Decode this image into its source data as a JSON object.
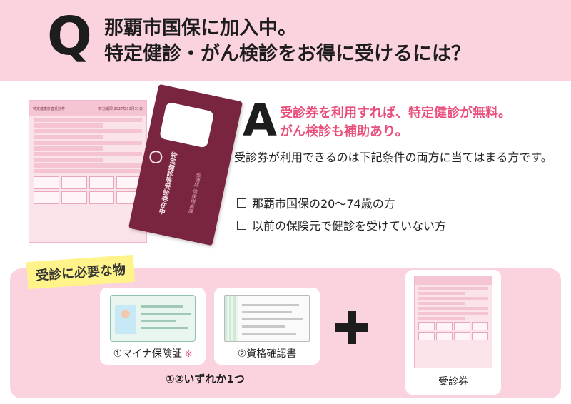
{
  "question": {
    "letter": "Q",
    "line1": "那覇市国保に加入中。",
    "line2": "特定健診・がん検診をお得に受けるには？"
  },
  "answer": {
    "letter": "A",
    "highlight1": "受診券を利用すれば、特定健診が無料。",
    "highlight2": "がん検診も補助あり。",
    "body": "受診券が利用できるのは下記条件の両方に当てはまる方です。",
    "conditions": [
      "那覇市国保の20～74歳の方",
      "以前の保険元で健診を受けていない方"
    ]
  },
  "illustration": {
    "ticket_header_left": "特定健康診査受診券",
    "ticket_header_right": "有効期限 2027年03月31日",
    "envelope_label": "特定健診等受診券在中",
    "envelope_sub": "保健所 健康増進課"
  },
  "required": {
    "tag": "受診に必要な物",
    "item1": "①マイナ保険証",
    "item1_mark": "※",
    "item2": "②資格確認書",
    "either": "①②いずれか1つ",
    "item3": "受診券"
  },
  "colors": {
    "band_pink": "#fbd3df",
    "accent_pink": "#ea4e7a",
    "tag_yellow": "#fff38a",
    "envelope": "#7a2540"
  }
}
